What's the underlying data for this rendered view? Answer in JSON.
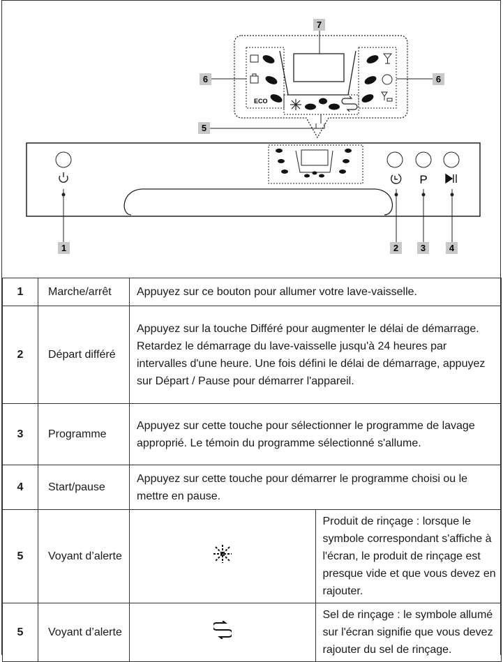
{
  "diagram": {
    "callouts": [
      "1",
      "2",
      "3",
      "4",
      "5",
      "6",
      "6",
      "7"
    ],
    "eco_label": "ECO",
    "program_key_glyph": "P",
    "icons": [
      "power-icon",
      "delay-timer-icon",
      "program-p-icon",
      "play-pause-icon",
      "rinse-aid-icon",
      "salt-icon"
    ]
  },
  "rows": [
    {
      "num": "1",
      "name": "Marche/arrêt",
      "desc": "Appuyez sur ce bouton pour allumer votre lave-vaisselle."
    },
    {
      "num": "2",
      "name": "Départ différé",
      "desc": "Appuyez sur la touche Différé pour augmenter le délai de démarrage. Retardez le démarrage du lave-vaisselle jusqu'à 24 heures par intervalles d'une heure. Une fois défini le délai de démarrage, appuyez sur Départ / Pause pour démarrer l'appareil."
    },
    {
      "num": "3",
      "name": "Programme",
      "desc": "Appuyez sur cette touche pour sélectionner le programme de lavage approprié. Le témoin du programme sélectionné s'allume."
    },
    {
      "num": "4",
      "name": "Start/pause",
      "desc": "Appuyez sur cette touche pour démarrer le programme choisi ou le mettre en pause."
    },
    {
      "num": "5",
      "name": "Voyant d’alerte",
      "icon": "rinse-aid-icon",
      "desc": "Produit de rinçage : lorsque le symbole correspondant s'affiche à l'écran, le produit de rinçage est presque vide et que vous devez en rajouter."
    },
    {
      "num": "5",
      "name": "Voyant d’alerte",
      "icon": "salt-icon",
      "desc": "Sel de rinçage : le symbole allumé sur l'écran signifie que vous devez rajouter du sel de rinçage."
    }
  ]
}
